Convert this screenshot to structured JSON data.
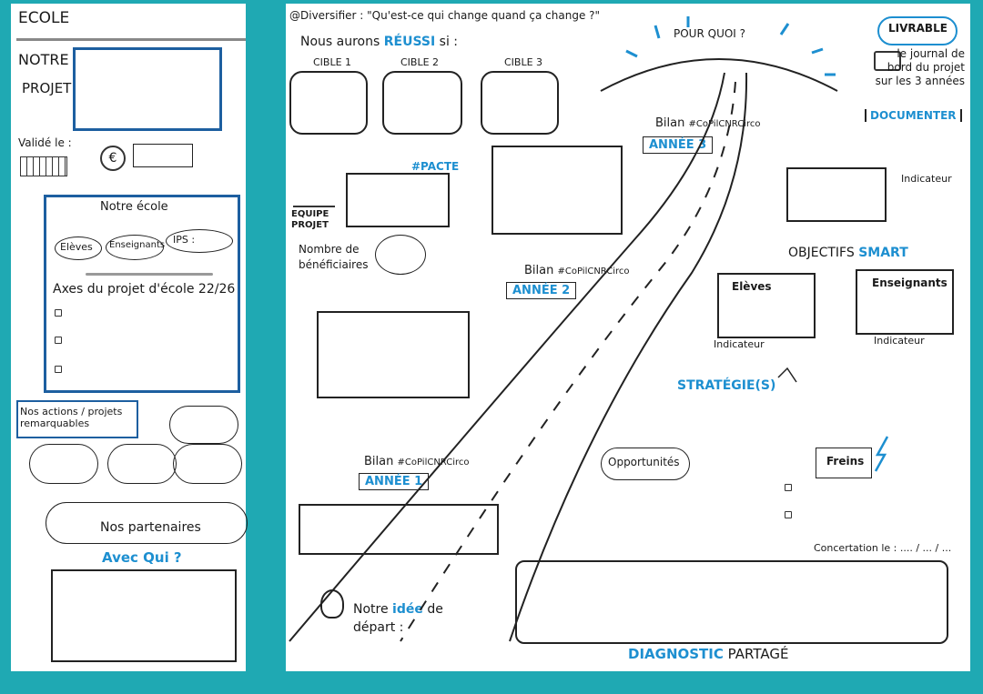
{
  "left": {
    "ecole": "ECOLE",
    "notre": "NOTRE",
    "projet": "PROJET",
    "valide": "Validé le :",
    "euro": "€",
    "notre_ecole": "Notre école",
    "eleves": "Elèves",
    "enseignants": "Enseignants",
    "ips": "IPS :",
    "axes": "Axes du projet d'école 22/26",
    "actions": "Nos actions / projets remarquables",
    "partenaires": "Nos partenaires",
    "avec_qui": "Avec Qui ?"
  },
  "main": {
    "header": "@Diversifier : \"Qu'est-ce qui change quand ça change ?\"",
    "reussi_prefix": "Nous aurons",
    "reussi_word": "RÉUSSI",
    "reussi_suffix": "si :",
    "cibles": [
      "CIBLE 1",
      "CIBLE 2",
      "CIBLE 3"
    ],
    "pour_quoi": "POUR QUOI ?",
    "livrable": "LIVRABLE",
    "journal": "le journal de bord du projet sur les 3 années",
    "documenter": "DOCUMENTER",
    "pacte": "#PACTE",
    "equipe": "EQUIPE PROJET",
    "beneficiaires": "Nombre de bénéficiaires",
    "bilan": "Bilan",
    "copil": "#CoPilCNRCirco",
    "annee3": "ANNÉE 3",
    "annee2": "ANNÉE 2",
    "annee1": "ANNÉE 1",
    "indicateur": "Indicateur",
    "objectifs": "OBJECTIFS",
    "smart": "SMART",
    "obj_eleves": "Elèves",
    "obj_enseignants": "Enseignants",
    "strategie": "STRATÉGIE(S)",
    "opportunites": "Opportunités",
    "freins": "Freins",
    "concertation": "Concertation le : .... / ... / ...",
    "idee_prefix": "Notre",
    "idee_word": "idée",
    "idee_suffix": "de départ :",
    "diagnostic": "DIAGNOSTIC",
    "partage": "PARTAGÉ"
  }
}
